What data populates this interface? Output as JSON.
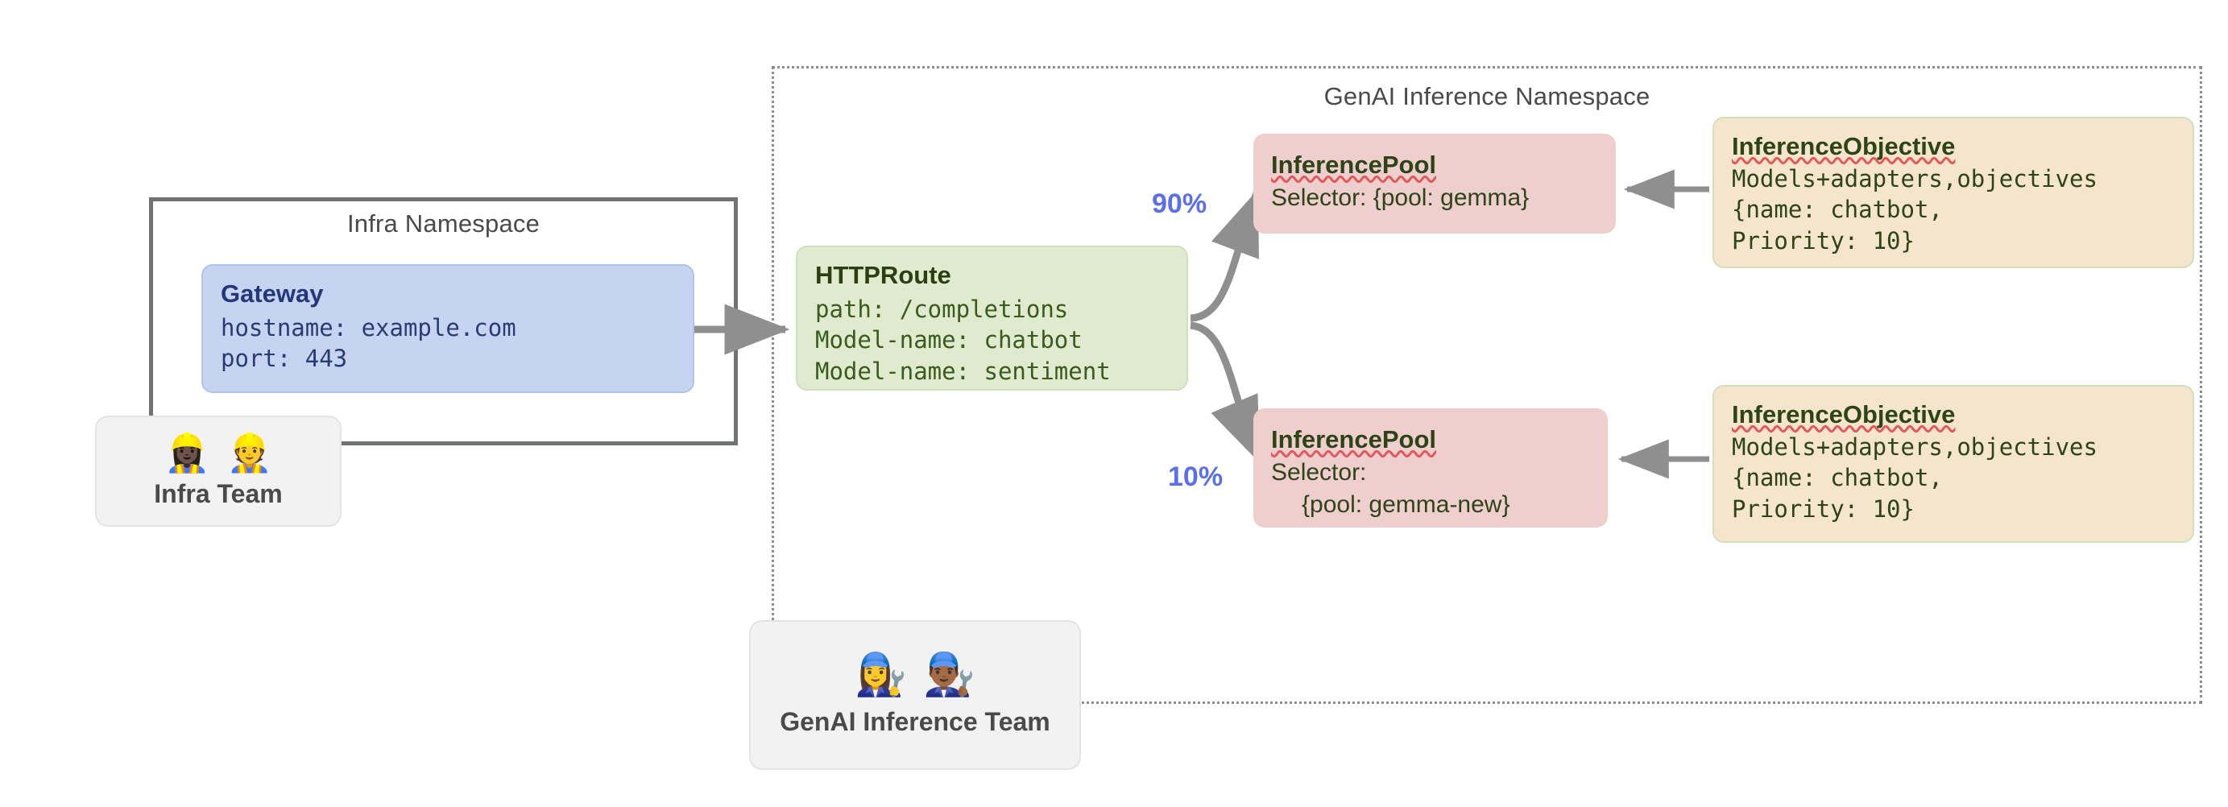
{
  "namespaces": {
    "infra": {
      "title": "Infra Namespace"
    },
    "genai": {
      "title": "GenAI Inference Namespace"
    }
  },
  "nodes": {
    "gateway": {
      "title": "Gateway",
      "line1": "hostname: example.com",
      "line2": "port: 443"
    },
    "httproute": {
      "title": "HTTPRoute",
      "line1": "path: /completions",
      "line2": "Model-name: chatbot",
      "line3": "Model-name: sentiment"
    },
    "pool_gemma": {
      "title": "InferencePool",
      "line1": "Selector: {pool: gemma}"
    },
    "pool_gemma_new": {
      "title": "InferencePool",
      "line1": "Selector:",
      "line2": "{pool: gemma-new}"
    },
    "objective_top": {
      "title": "InferenceObjective",
      "line1": "Models+adapters,objectives",
      "line2": "{name: chatbot,",
      "line3": "Priority: 10}"
    },
    "objective_bottom": {
      "title": "InferenceObjective",
      "line1": "Models+adapters,objectives",
      "line2": "{name: chatbot,",
      "line3": "Priority: 10}"
    }
  },
  "teams": {
    "infra": {
      "label": "Infra Team",
      "emojis": "👷🏿‍♀️👷"
    },
    "genai": {
      "label": "GenAI Inference Team",
      "emojis": "👩‍🔧👨🏾‍🔧"
    }
  },
  "edges": {
    "weight_top": "90%",
    "weight_bottom": "10%"
  },
  "colors": {
    "gateway_fill": "#c6d4f2",
    "httproute_fill": "#dfeace",
    "pool_fill": "#efcece",
    "objective_fill": "#f6e5cd",
    "weight_text": "#5b6fe8",
    "arrow": "#8f8f8f",
    "border_solid": "#6f7472",
    "border_dotted": "#8d8d8d"
  }
}
